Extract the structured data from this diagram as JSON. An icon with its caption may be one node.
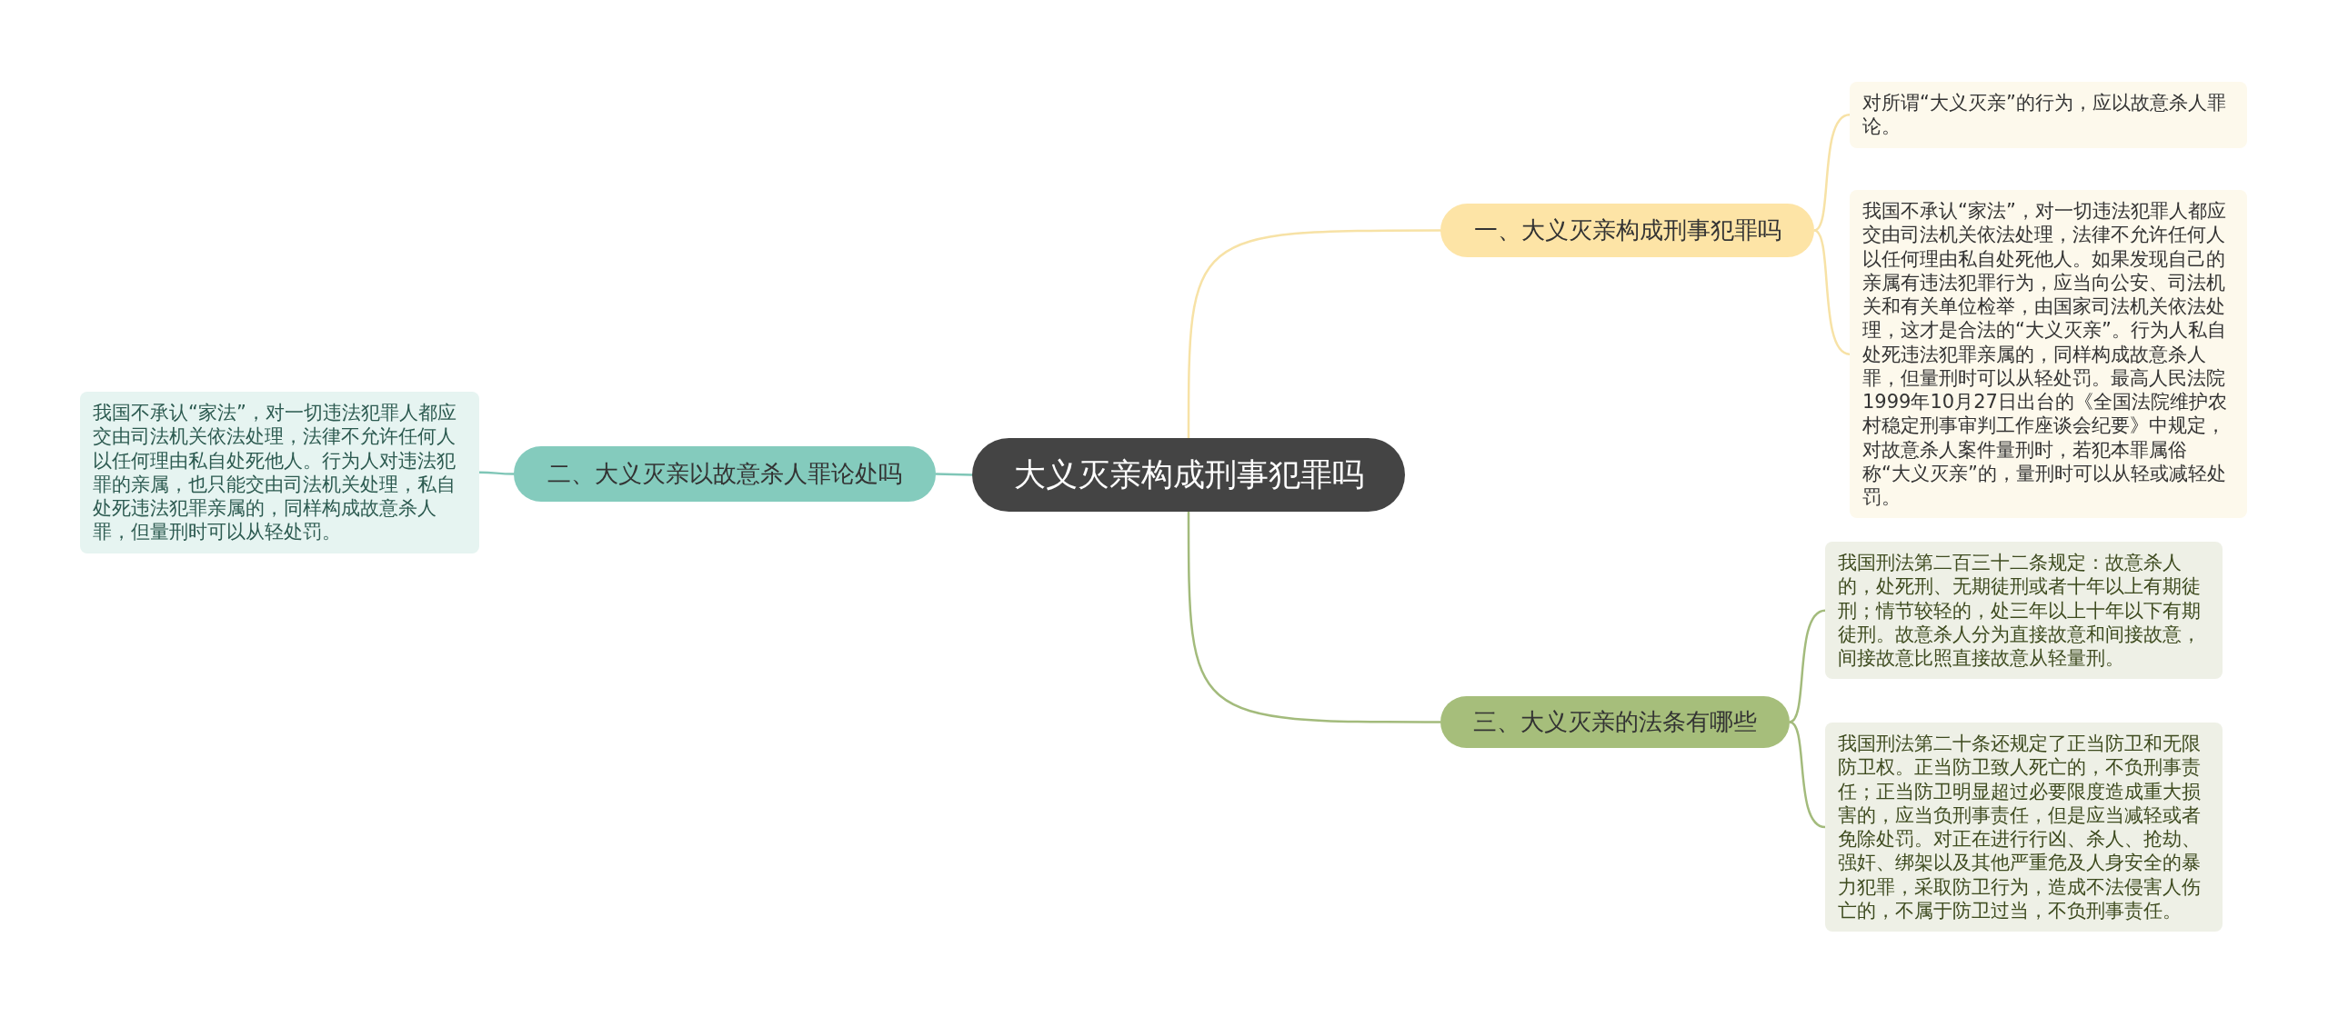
{
  "diagram": {
    "nodes": [
      {
        "text": [
          "大义灭亲构成刑事犯罪吗"
        ]
      },
      {
        "text": [
          "一、大义灭亲构成刑事犯罪吗"
        ]
      },
      {
        "text": [
          "对所谓“大义灭亲”的行为，应以故意杀人罪论。"
        ]
      },
      {
        "text": [
          "我国不承认“家法”，对一切违法犯罪人都应交由司法机关依法处理，法律不允许任何人以任何理由私自处死他人。如果发现自己的亲属有违法犯罪行为，应当向公安、司法机关和有关单位检举，由国家司法机关依法处理，这才是合法的“大义灭亲”。行为人私自处死违法犯罪亲属的，同样构成故意杀人罪，但量刑时可以从轻处罚。最高人民法院1999年10月27日出台的《全国法院维护农村稳定刑事审判工作座谈会纪要》中规定，对故意杀人案件量刑时，若犯本罪属俗称“大义灭亲”的，量刑时可以从轻或减轻处罚。"
        ]
      },
      {
        "text": [
          "二、大义灭亲以故意杀人罪论处吗"
        ]
      },
      {
        "text": [
          "我国不承认“家法”，对一切违法犯罪人都应交由司法机关依法处理，法律不允许任何人以任何理由私自处死他人。行为人对违法犯罪的亲属，也只能交由司法机关处理，私自处死违法犯罪亲属的，同样构成故意杀人罪，但量刑时可以从轻处罚。"
        ]
      },
      {
        "text": [
          "三、大义灭亲的法条有哪些"
        ]
      },
      {
        "text": [
          "我国刑法第二百三十二条规定：故意杀人的，处死刑、无期徒刑或者十年以上有期徒刑；情节较轻的，处三年以上十年以下有期徒刑。故意杀人分为直接故意和间接故意，间接故意比照直接故意从轻量刑。"
        ]
      },
      {
        "text": [
          "我国刑法第二十条还规定了正当防卫和无限防卫权。正当防卫致人死亡的，不负刑事责任；正当防卫明显超过必要限度造成重大损害的，应当负刑事责任，但是应当减轻或者免除处罚。对正在进行行凶、杀人、抢劫、强奸、绑架以及其他严重危及人身安全的暴力犯罪，采取防卫行为，造成不法侵害人伤亡的，不属于防卫过当，不负刑事责任。"
        ]
      }
    ],
    "edges": [
      {
        "from": 0,
        "to": 1,
        "arrow": "none",
        "color": "#f7e2a6"
      },
      {
        "from": 1,
        "to": 2,
        "arrow": "none",
        "color": "#f7e2a6"
      },
      {
        "from": 1,
        "to": 3,
        "arrow": "none",
        "color": "#f7e2a6"
      },
      {
        "from": 0,
        "to": 4,
        "arrow": "none",
        "color": "#7fc6b7"
      },
      {
        "from": 4,
        "to": 5,
        "arrow": "none",
        "color": "#7fc6b7"
      },
      {
        "from": 0,
        "to": 6,
        "arrow": "none",
        "color": "#a3bb7c"
      },
      {
        "from": 6,
        "to": 7,
        "arrow": "none",
        "color": "#a3bb7c"
      },
      {
        "from": 6,
        "to": 8,
        "arrow": "none",
        "color": "#a3bb7c"
      }
    ]
  }
}
